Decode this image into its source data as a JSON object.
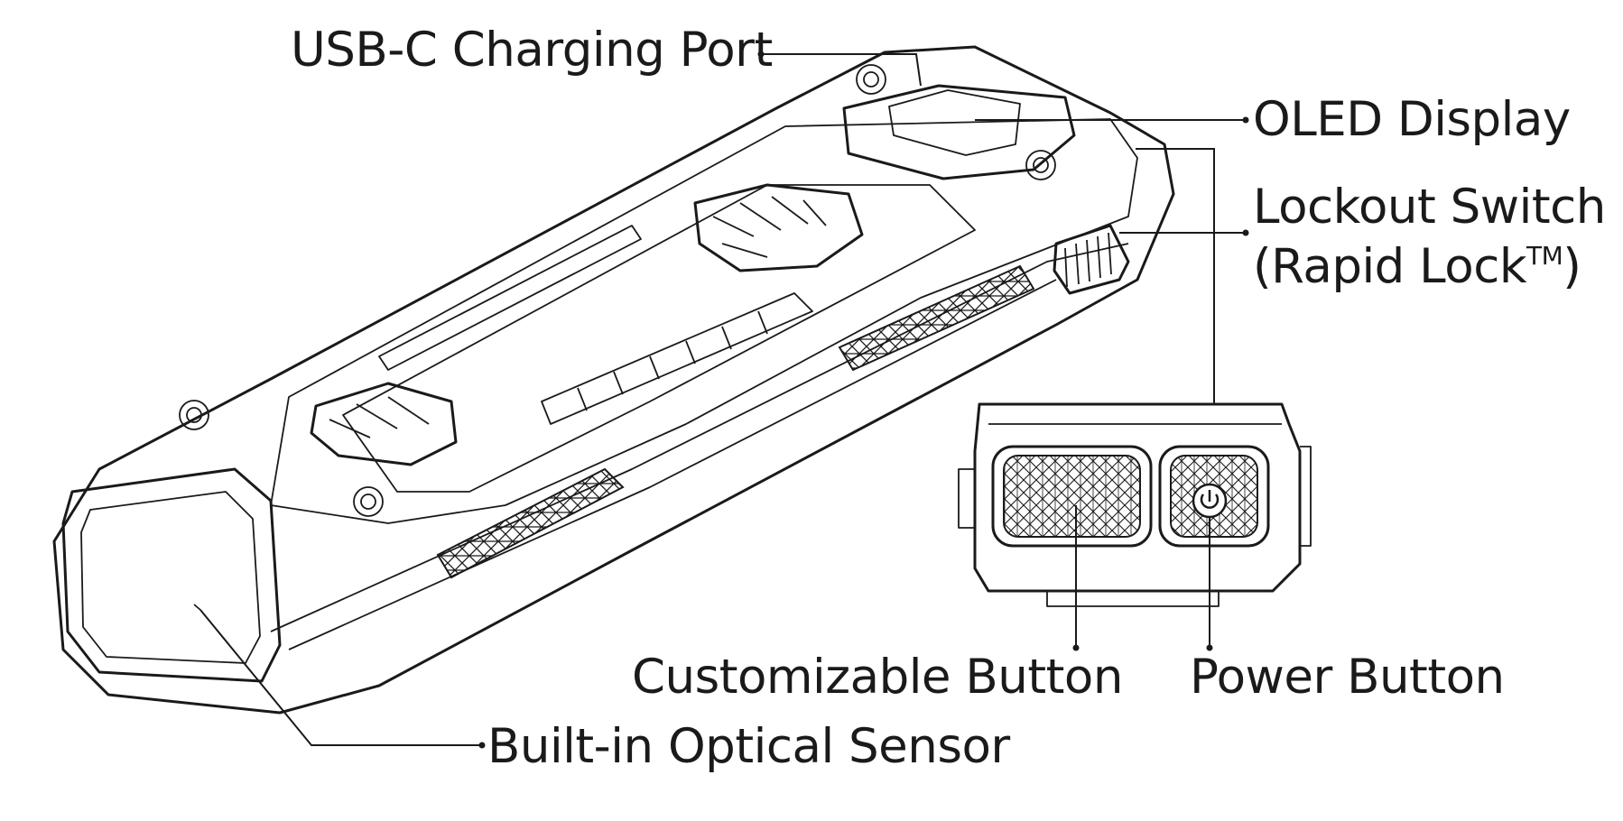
{
  "labels": {
    "usb_c_port": "USB-C Charging Port",
    "oled_display": "OLED Display",
    "lockout_switch_line1": "Lockout Switch",
    "lockout_switch_line2": "(Rapid Lock",
    "lockout_switch_tm": "TM",
    "lockout_switch_close": ")",
    "customizable_button": "Customizable Button",
    "power_button": "Power Button",
    "optical_sensor": "Built-in Optical Sensor"
  },
  "icons": {
    "power_symbol": "power-icon"
  },
  "colors": {
    "ink": "#1a1a1a",
    "background": "#ffffff"
  }
}
